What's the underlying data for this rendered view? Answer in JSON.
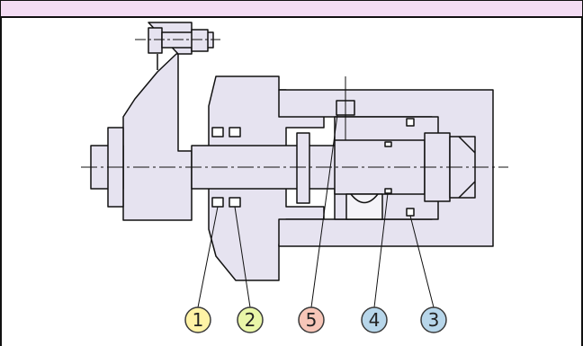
{
  "colors": {
    "header_bar": "#f3dcf3",
    "frame": "#111111",
    "part_fill": "#e6e3f0",
    "part_stroke": "#111111",
    "centerline": "#111111"
  },
  "callouts": [
    {
      "label": "1",
      "fill": "#fff3a6",
      "stroke": "#3a3a3a"
    },
    {
      "label": "2",
      "fill": "#e9f6a8",
      "stroke": "#3a3a3a"
    },
    {
      "label": "5",
      "fill": "#f7c6b8",
      "stroke": "#3a3a3a"
    },
    {
      "label": "4",
      "fill": "#b7d6ea",
      "stroke": "#3a3a3a"
    },
    {
      "label": "3",
      "fill": "#b7d6ea",
      "stroke": "#3a3a3a"
    }
  ]
}
